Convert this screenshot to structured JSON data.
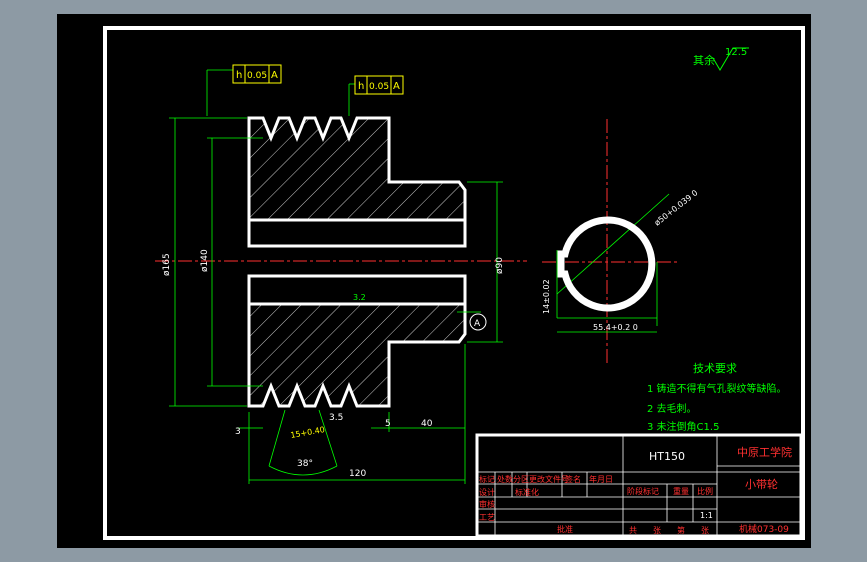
{
  "roughness": {
    "label": "其余",
    "value": "12.5"
  },
  "tolerance_frames": [
    {
      "symbol": "h",
      "value": "0.05",
      "datum": "A"
    },
    {
      "symbol": "h",
      "value": "0.05",
      "datum": "A"
    }
  ],
  "dimensions": {
    "outer_diameter": "ø165",
    "inner_diameter": "ø140",
    "hub_diameter": "ø90",
    "bore_diameter": "ø50+0.039\n0",
    "keyway_width": "14±0.02",
    "keyway_depth": "55.4+0.2\n0",
    "overall_width": "120",
    "hub_length": "40",
    "groove_pitch": "3.5",
    "edge_left": "3",
    "edge_right": "5",
    "groove_width": "15+0.40",
    "groove_angle": "38°",
    "roughness_center": "3.2",
    "datum_label": "A"
  },
  "tech_requirements": {
    "title": "技术要求",
    "items": [
      "1 铸造不得有气孔裂纹等缺陷。",
      "2 去毛刺。",
      "3 未注倒角C1.5"
    ]
  },
  "title_block": {
    "material": "HT150",
    "school": "中原工学院",
    "part_name": "小带轮",
    "drawing_number": "机械073-09",
    "scale": "1:1",
    "header_row": [
      "标记",
      "处数",
      "分区",
      "更改文件号",
      "签名",
      "年月日"
    ],
    "left_rows": [
      "设计",
      "审核",
      "工艺"
    ],
    "designer_value": "标准化",
    "approve_label": "批准",
    "stage_cells": [
      "阶段标记",
      "重量",
      "比例"
    ],
    "sheet_cells": [
      "共",
      "张",
      "第",
      "张"
    ]
  }
}
